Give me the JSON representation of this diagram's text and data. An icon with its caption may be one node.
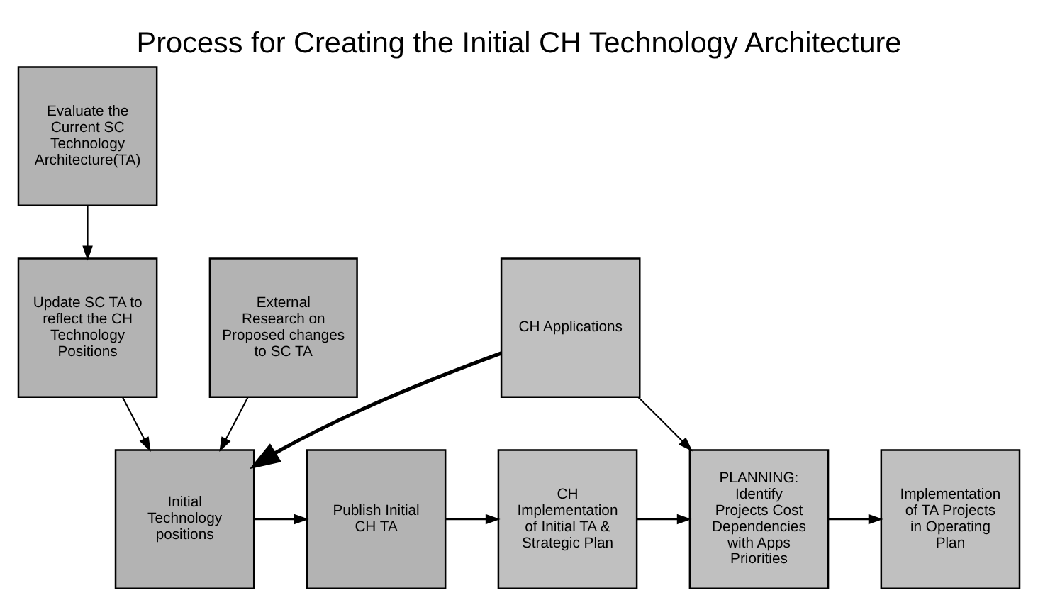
{
  "diagram": {
    "title": "Process for Creating the Initial CH Technology Architecture",
    "nodes": [
      {
        "text": [
          "Evaluate the Current SC Technology Architecture(TA)"
        ]
      },
      {
        "text": [
          "Update SC TA to reflect the CH Technology Positions"
        ]
      },
      {
        "text": [
          "External Research on Proposed changes to SC TA"
        ]
      },
      {
        "text": [
          "CH Applications"
        ]
      },
      {
        "text": [
          "Initial Technology positions"
        ]
      },
      {
        "text": [
          "Publish Initial CH TA"
        ]
      },
      {
        "text": [
          "CH Implementation of Initial TA & Strategic Plan"
        ]
      },
      {
        "text": [
          "PLANNING: Identify Projects Cost Dependencies with Apps Priorities"
        ]
      },
      {
        "text": [
          "Implementation of TA Projects in Operating Plan"
        ]
      }
    ],
    "edges": [
      {
        "from": 0,
        "to": 1,
        "arrow": "to"
      },
      {
        "from": 1,
        "to": 4,
        "arrow": "to"
      },
      {
        "from": 2,
        "to": 4,
        "arrow": "to"
      },
      {
        "from": 3,
        "to": 4,
        "arrow": "to",
        "style": "thick"
      },
      {
        "from": 4,
        "to": 5,
        "arrow": "to"
      },
      {
        "from": 5,
        "to": 6,
        "arrow": "to"
      },
      {
        "from": 6,
        "to": 7,
        "arrow": "to"
      },
      {
        "from": 3,
        "to": 7,
        "arrow": "to"
      },
      {
        "from": 7,
        "to": 8,
        "arrow": "to"
      }
    ]
  }
}
